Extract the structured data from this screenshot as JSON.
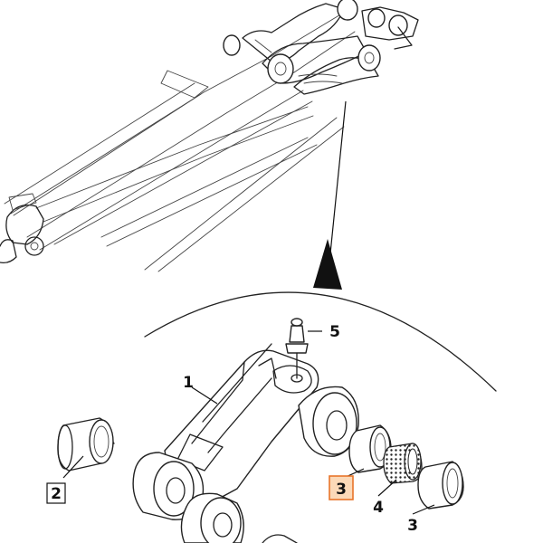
{
  "callouts": [
    {
      "id": "c1",
      "text": "1",
      "highlighted": false
    },
    {
      "id": "c2",
      "text": "2",
      "highlighted": true
    },
    {
      "id": "c3a",
      "text": "3",
      "highlighted": true
    },
    {
      "id": "c3b",
      "text": "3",
      "highlighted": false
    },
    {
      "id": "c4",
      "text": "4",
      "highlighted": false
    },
    {
      "id": "c5",
      "text": "5",
      "highlighted": false
    }
  ],
  "colors": {
    "highlight_fill": "#fbd9b8",
    "highlight_stroke": "#e8742a",
    "box_stroke": "#111111",
    "line": "#222222"
  }
}
